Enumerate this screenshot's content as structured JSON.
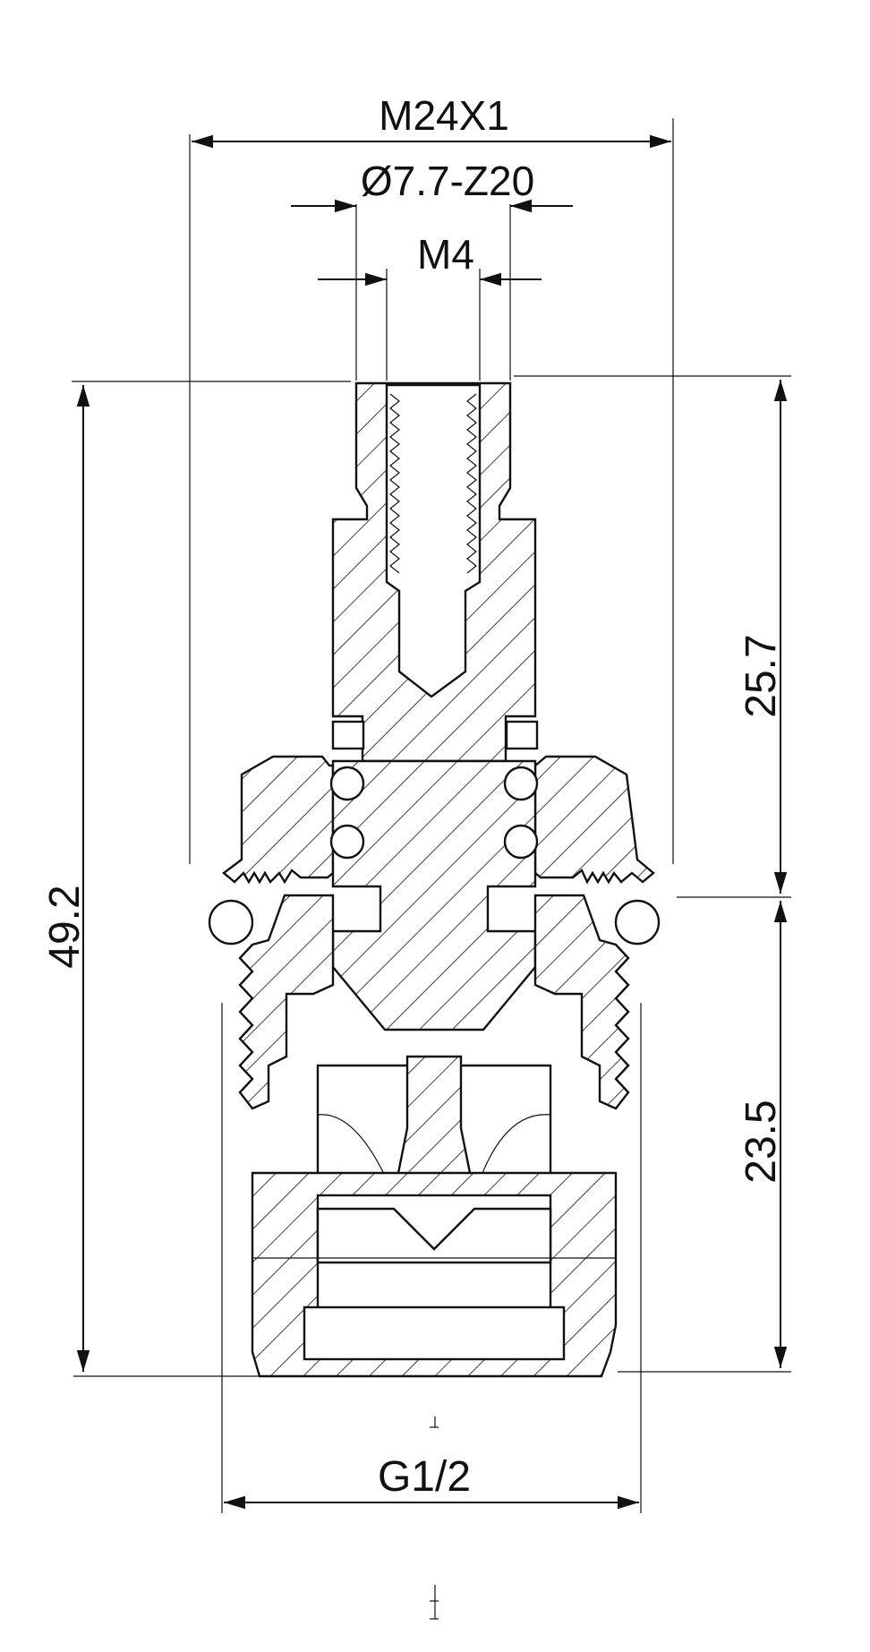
{
  "drawing": {
    "dimensions": {
      "top_thread": "M24X1",
      "spline": "Ø7.7-Z20",
      "inner_thread": "M4",
      "overall_height": "49.2",
      "upper_height": "25.7",
      "lower_height": "23.5",
      "bottom_thread": "G1/2"
    },
    "colors": {
      "ink": "#111111",
      "paper": "#ffffff"
    }
  }
}
